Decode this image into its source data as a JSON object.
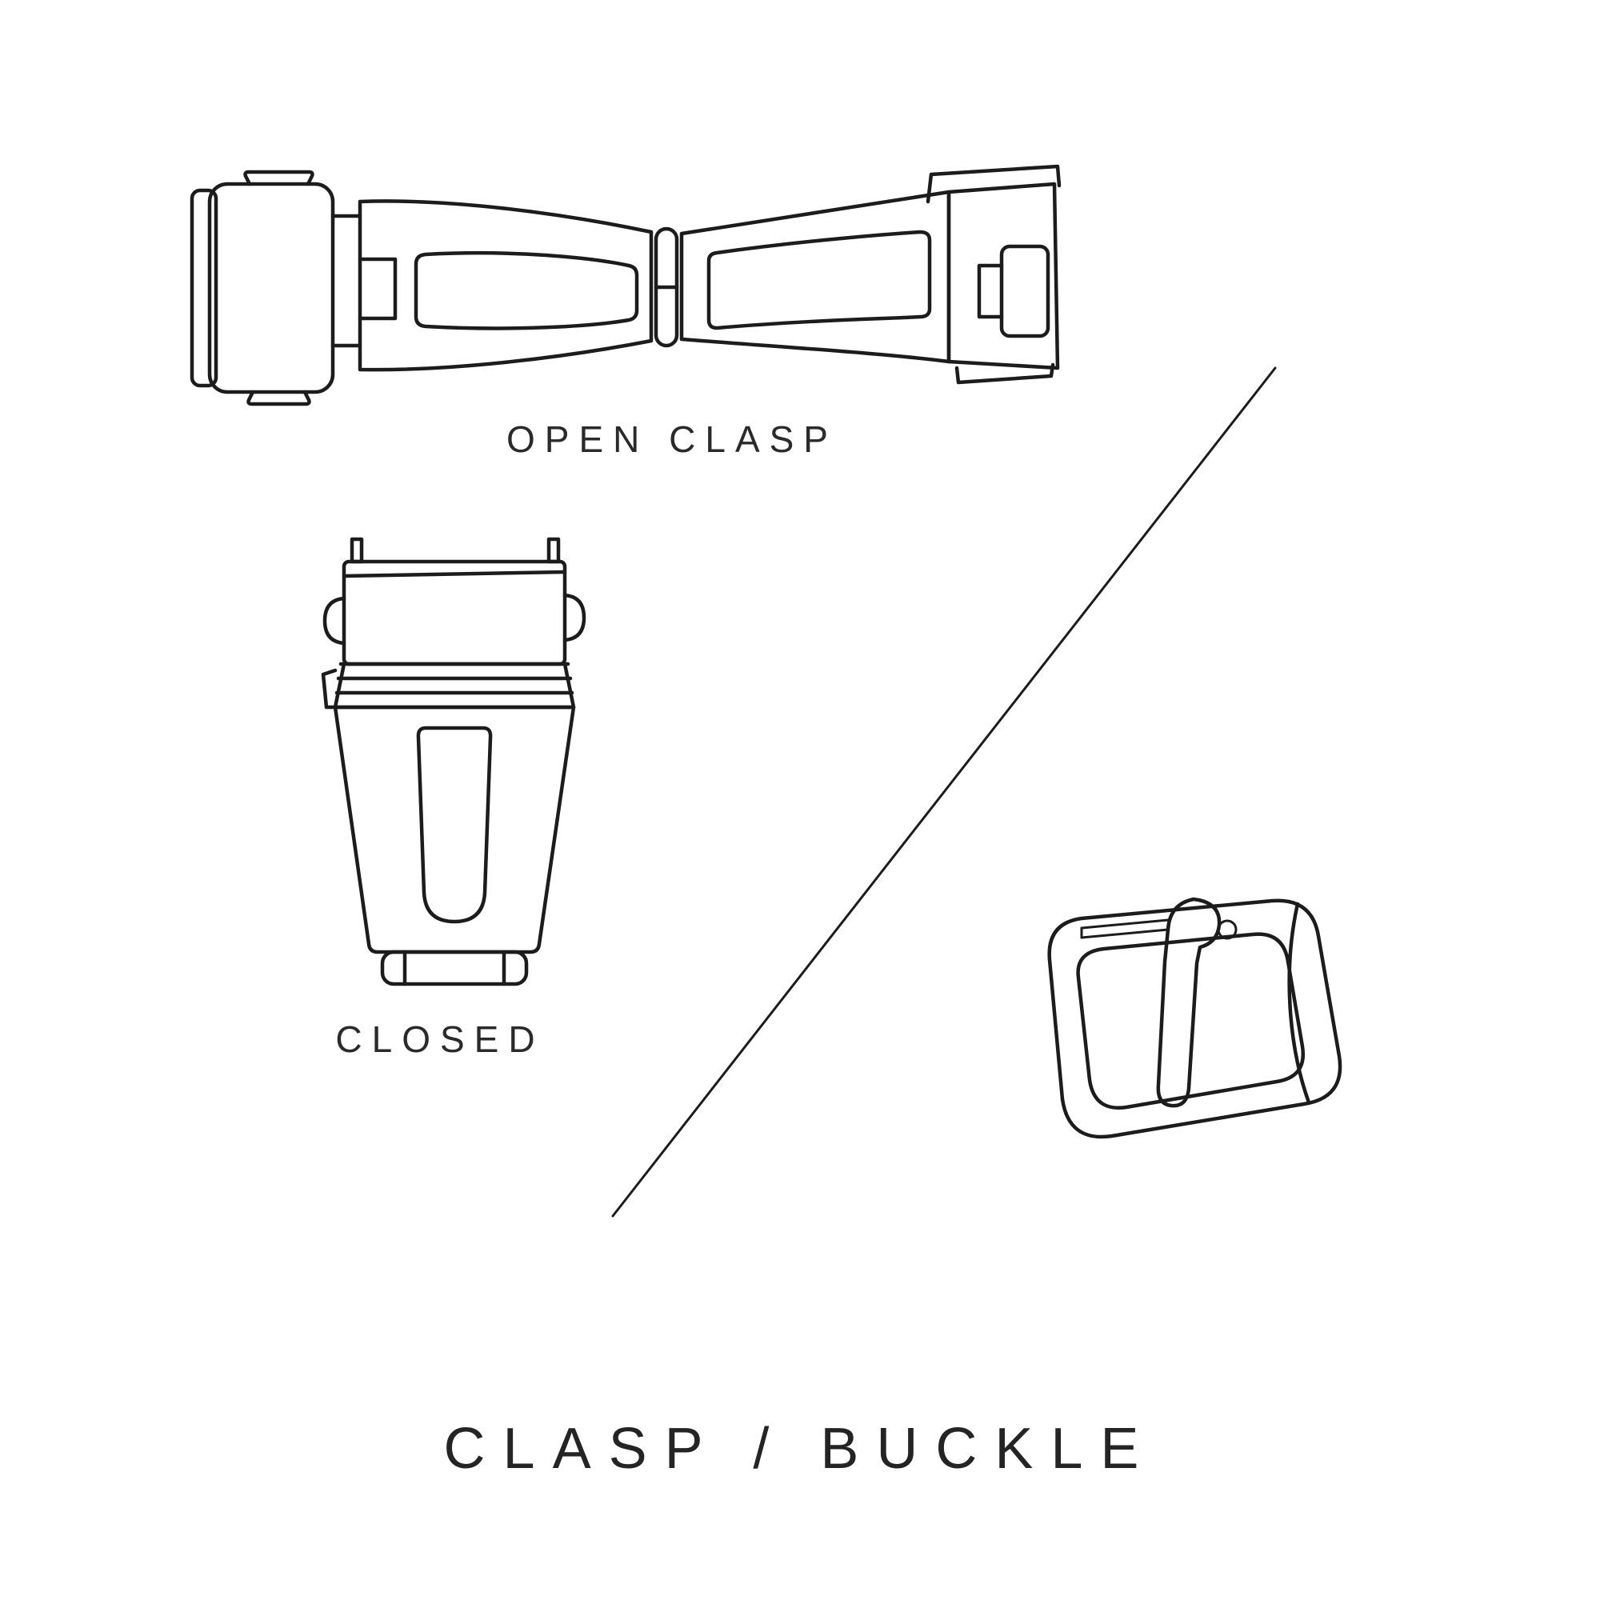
{
  "title": "CLASP / BUCKLE",
  "figures": {
    "open_clasp": {
      "label": "OPEN CLASP"
    },
    "closed_clasp": {
      "label": "CLOSED"
    },
    "pin_buckle": {
      "label": ""
    }
  },
  "colors": {
    "background": "#ffffff",
    "line": "#1c1c1c",
    "text": "#2a2a2a"
  }
}
